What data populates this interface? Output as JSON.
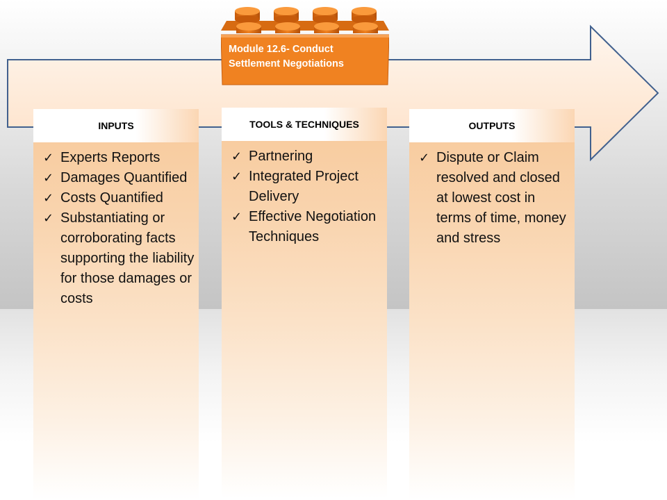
{
  "module": {
    "title": "Module 12.6- Conduct Settlement Negotiations",
    "color": "#f08221"
  },
  "columns": [
    {
      "id": "inputs",
      "header": "INPUTS",
      "items": [
        "Experts Reports",
        "Damages Quantified",
        "Costs Quantified",
        "Substantiating or corroborating facts supporting the liability for those damages or costs"
      ]
    },
    {
      "id": "tools",
      "header": "TOOLS & TECHNIQUES",
      "items": [
        "Partnering",
        "Integrated Project Delivery",
        "Effective Negotiation Techniques"
      ]
    },
    {
      "id": "outputs",
      "header": "OUTPUTS",
      "items": [
        "Dispute or Claim resolved and closed at lowest cost in terms of time, money and stress"
      ]
    }
  ],
  "check_icon": "check-mark-icon",
  "arrow_color": "#41608e"
}
